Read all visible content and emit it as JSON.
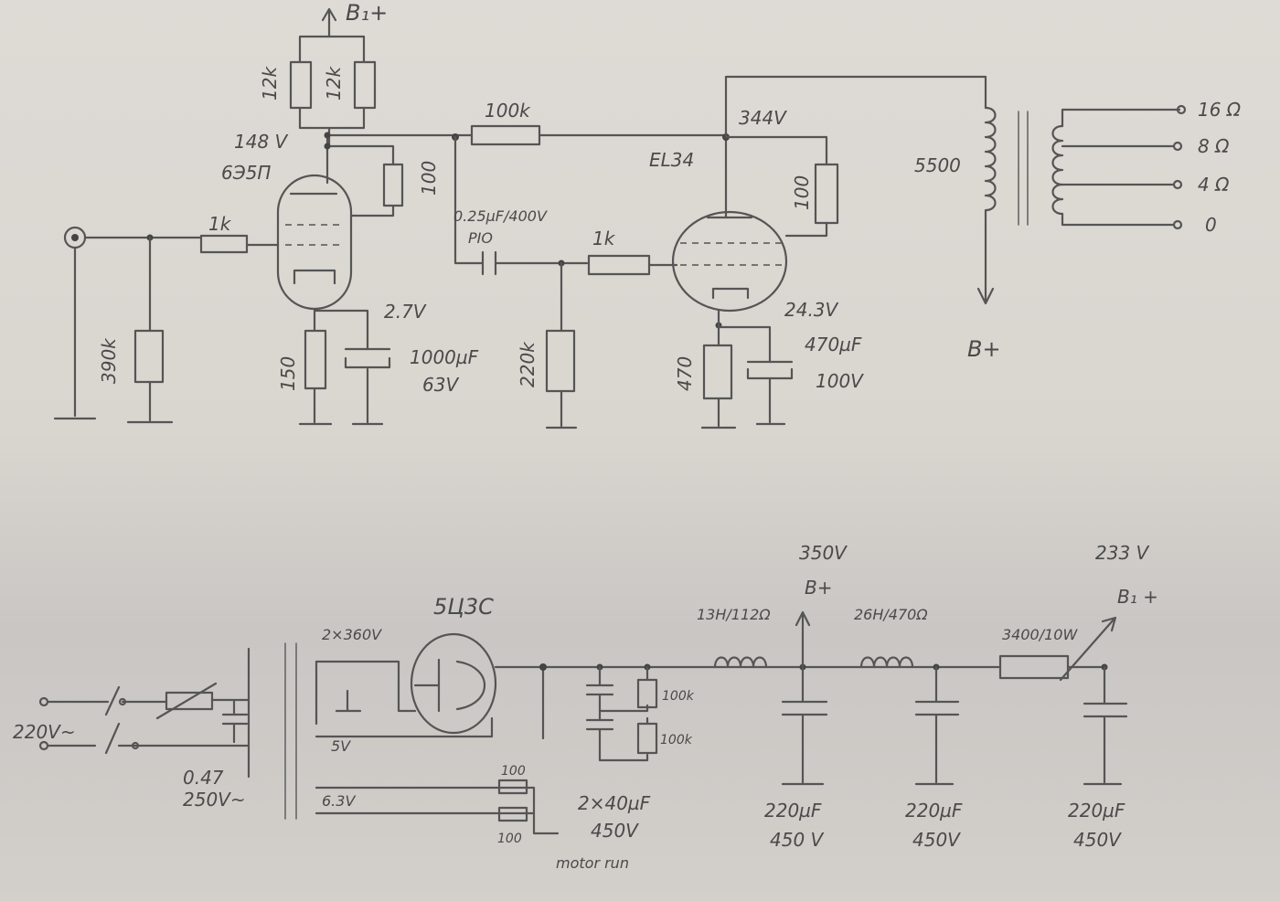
{
  "labels": {
    "b1_top": "B₁+",
    "r12k_a": "12k",
    "r12k_b": "12k",
    "v148": "148 V",
    "tube1": "6Э5П",
    "r100_plate1": "100",
    "r1k_grid1": "1k",
    "r390k": "390k",
    "r150": "150",
    "v2_7": "2.7V",
    "c1000": "1000µF",
    "c1000_v": "63V",
    "r100k": "100k",
    "v344": "344V",
    "tube2": "EL34",
    "r100_plate2": "100",
    "c025": "0.25µF/400V",
    "pio": "PIO",
    "r1k_grid2": "1k",
    "r220k": "220k",
    "r470": "470",
    "v24_3": "24.3V",
    "c470": "470µF",
    "c470_v": "100V",
    "ot_primary": "5500",
    "tap16": "16 Ω",
    "tap8": "8 Ω",
    "tap4": "4 Ω",
    "tap0": "0",
    "b_plus_out": "B+",
    "rect_tube": "5Ц3С",
    "sec_hv": "2×360V",
    "sec_5v": "5V",
    "sec_63v": "6.3V",
    "r100_h1": "100",
    "r100_h2": "100",
    "mains": "220V~",
    "c047": "0.47",
    "c047_v": "250V~",
    "c2x40": "2×40µF",
    "c2x40_v": "450V",
    "motor_run": "motor run",
    "r100k_a": "100k",
    "r100k_b": "100k",
    "choke1": "13H/112Ω",
    "v350": "350V",
    "b_plus_ps": "B+",
    "choke2": "26H/470Ω",
    "r3k4": "3400/10W",
    "v233": "233 V",
    "b1_ps": "B₁ +",
    "c220_1": "220µF",
    "c220_1_v": "450 V",
    "c220_2": "220µF",
    "c220_2_v": "450V",
    "c220_3": "220µF",
    "c220_3_v": "450V"
  }
}
